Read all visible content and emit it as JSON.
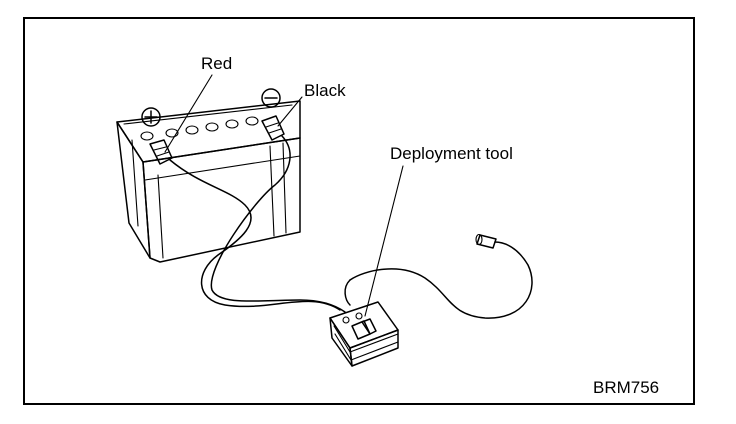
{
  "labels": {
    "red": "Red",
    "black": "Black",
    "tool": "Deployment tool",
    "code": "BRM756",
    "positive_symbol": "+",
    "negative_symbol": "−"
  },
  "colors": {
    "ink": "#000000",
    "paper": "#ffffff"
  }
}
